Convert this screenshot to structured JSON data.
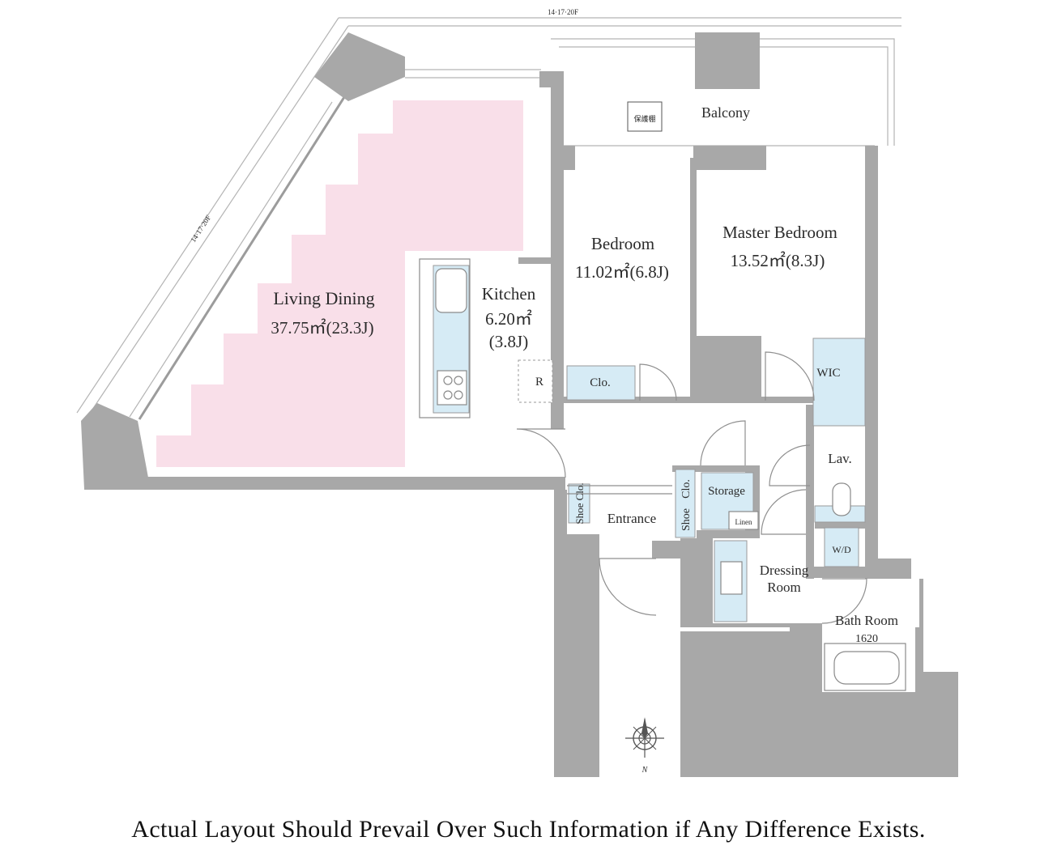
{
  "colors": {
    "wall": "#a8a8a8",
    "living_highlight": "#f9dfe9",
    "fixture": "#d6ebf5",
    "text": "#2b2b2b"
  },
  "dimensions": {
    "top": "14·17·20F",
    "left": "14·17·20F"
  },
  "balcony": {
    "label": "Balcony",
    "unit_tag": "保護棚"
  },
  "rooms": {
    "living": {
      "name": "Living Dining",
      "area": "37.75㎡(23.3J)"
    },
    "kitchen": {
      "name": "Kitchen",
      "area": "6.20㎡",
      "jyo": "(3.8J)"
    },
    "bedroom": {
      "name": "Bedroom",
      "area": "11.02㎡(6.8J)"
    },
    "master": {
      "name": "Master Bedroom",
      "area": "13.52㎡(8.3J)"
    }
  },
  "labels": {
    "fridge": "R",
    "closet": "Clo.",
    "wic": "WIC",
    "lav": "Lav.",
    "storage": "Storage",
    "linen": "Linen",
    "shoe1": "Shoe Clo.",
    "shoe2a": "Clo.",
    "shoe2b": "Shoe",
    "entrance": "Entrance",
    "wd": "W/D",
    "dressing1": "Dressing",
    "dressing2": "Room",
    "bath": "Bath Room",
    "bath_size": "1620"
  },
  "compass": {
    "icon": "compass-rose-icon",
    "north": "N"
  },
  "disclaimer": "Actual Layout Should Prevail Over Such Information if Any Difference Exists."
}
